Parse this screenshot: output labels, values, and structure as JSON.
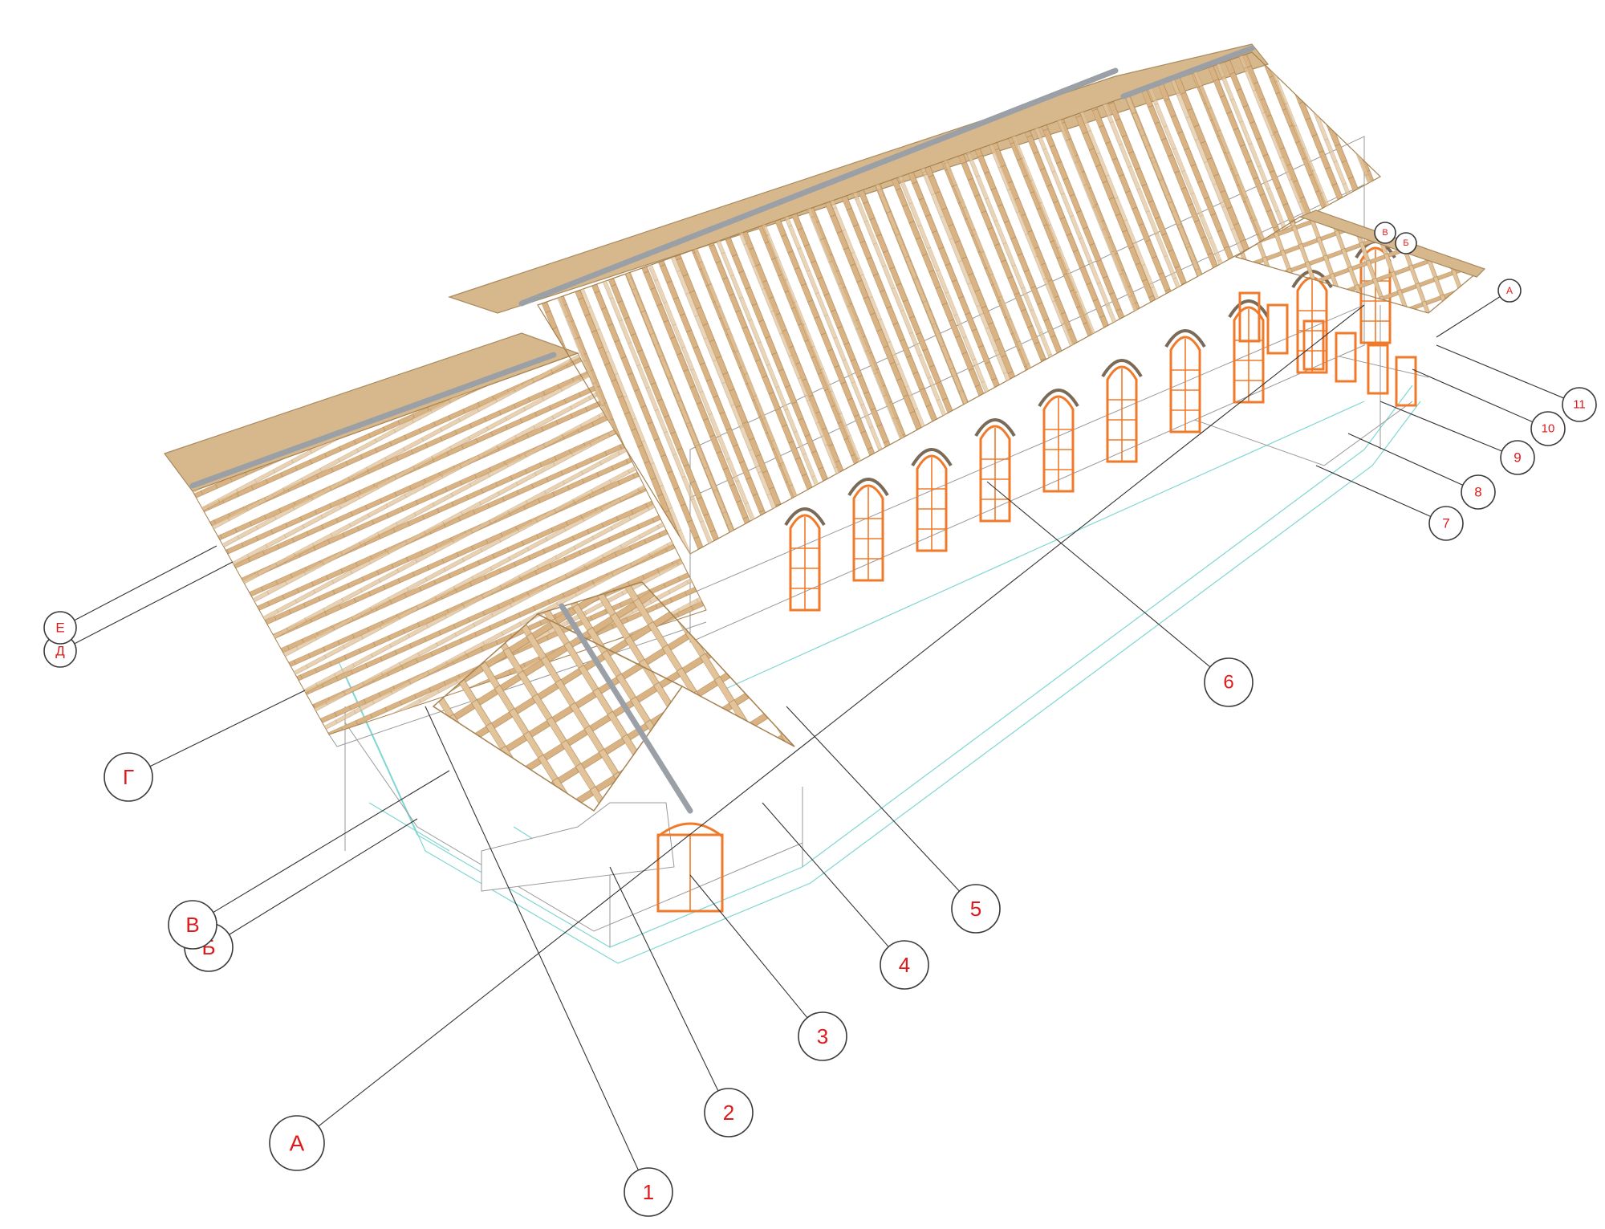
{
  "colors": {
    "timber": "#d9b384",
    "timber_dark": "#a5814f",
    "window_frame": "#f07a2a",
    "label_red": "#e01a1a",
    "wireframe": "#9a9a9a",
    "foundation_cyan": "#7fd6d2",
    "ridge_metal": "#9aa0a6"
  },
  "numbered_callouts": [
    {
      "id": "c1",
      "label": "1"
    },
    {
      "id": "c2",
      "label": "2"
    },
    {
      "id": "c3",
      "label": "3"
    },
    {
      "id": "c4",
      "label": "4"
    },
    {
      "id": "c5",
      "label": "5"
    },
    {
      "id": "c6",
      "label": "6"
    },
    {
      "id": "c7",
      "label": "7"
    },
    {
      "id": "c8",
      "label": "8"
    },
    {
      "id": "c9",
      "label": "9"
    },
    {
      "id": "c10",
      "label": "10"
    },
    {
      "id": "c11",
      "label": "11"
    }
  ],
  "axis_callouts": [
    {
      "id": "aA",
      "label": "А"
    },
    {
      "id": "aB",
      "label": "Б"
    },
    {
      "id": "aV",
      "label": "В"
    },
    {
      "id": "aG",
      "label": "Г"
    },
    {
      "id": "aD",
      "label": "Д"
    },
    {
      "id": "aE",
      "label": "Е"
    },
    {
      "id": "aA2",
      "label": "А"
    },
    {
      "id": "aB2",
      "label": "Б"
    },
    {
      "id": "aV2",
      "label": "В"
    }
  ]
}
